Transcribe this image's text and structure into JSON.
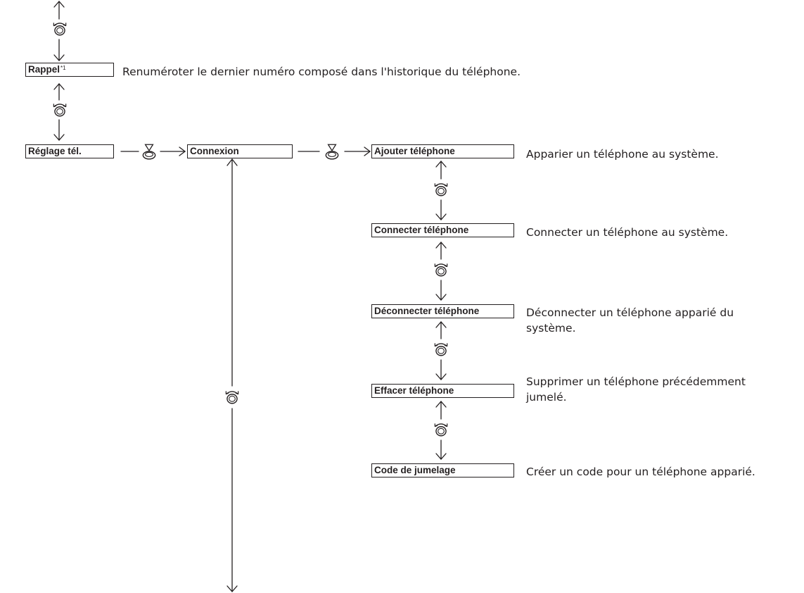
{
  "menu": {
    "rappel": {
      "label": "Rappel",
      "footnote": "*1",
      "description": "Renuméroter le dernier numéro composé dans l'historique du téléphone."
    },
    "reglage": {
      "label": "Réglage tél."
    },
    "connexion": {
      "label": "Connexion"
    },
    "ajouter": {
      "label": "Ajouter téléphone",
      "description": "Apparier un téléphone au système."
    },
    "connecter": {
      "label": "Connecter téléphone",
      "description": "Connecter un téléphone au système."
    },
    "deconnecter": {
      "label": "Déconnecter téléphone",
      "description_line1": "Déconnecter un téléphone apparié du",
      "description_line2": "système."
    },
    "effacer": {
      "label": "Effacer téléphone",
      "description_line1": "Supprimer un téléphone précédemment",
      "description_line2": "jumelé."
    },
    "code": {
      "label": "Code de jumelage",
      "description": "Créer un code pour un téléphone apparié."
    }
  },
  "icons": {
    "rotate": "rotate-selector-icon",
    "press": "press-selector-icon"
  },
  "colors": {
    "ink": "#231f20",
    "background": "#ffffff"
  }
}
